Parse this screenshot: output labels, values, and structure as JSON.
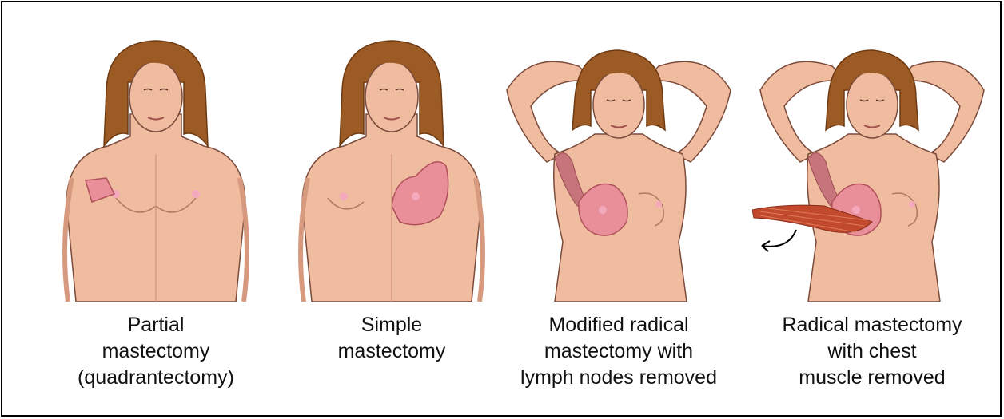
{
  "colors": {
    "skin": "#f0bca0",
    "skin_shade": "#d89a7f",
    "skin_outline": "#7a4a3a",
    "hair": "#9c5a24",
    "hair_dark": "#6e3a12",
    "breast_removed": "#e88f9a",
    "nipple": "#f4a9bd",
    "lymph": "#c6757a",
    "muscle": "#c24a2c",
    "border": "#000000"
  },
  "panels": [
    {
      "id": "partial",
      "caption": [
        "Partial",
        "mastectomy",
        "(quadrantectomy)"
      ],
      "pose": "arms-down",
      "removed": "quadrant"
    },
    {
      "id": "simple",
      "caption": [
        "Simple",
        "mastectomy"
      ],
      "pose": "arms-down",
      "removed": "whole-breast"
    },
    {
      "id": "modified",
      "caption": [
        "Modified radical",
        "mastectomy with",
        "lymph nodes removed"
      ],
      "pose": "arms-up",
      "removed": "breast-and-lymph"
    },
    {
      "id": "radical",
      "caption": [
        "Radical mastectomy",
        "with chest",
        "muscle removed"
      ],
      "pose": "arms-up",
      "removed": "breast-lymph-muscle"
    }
  ]
}
